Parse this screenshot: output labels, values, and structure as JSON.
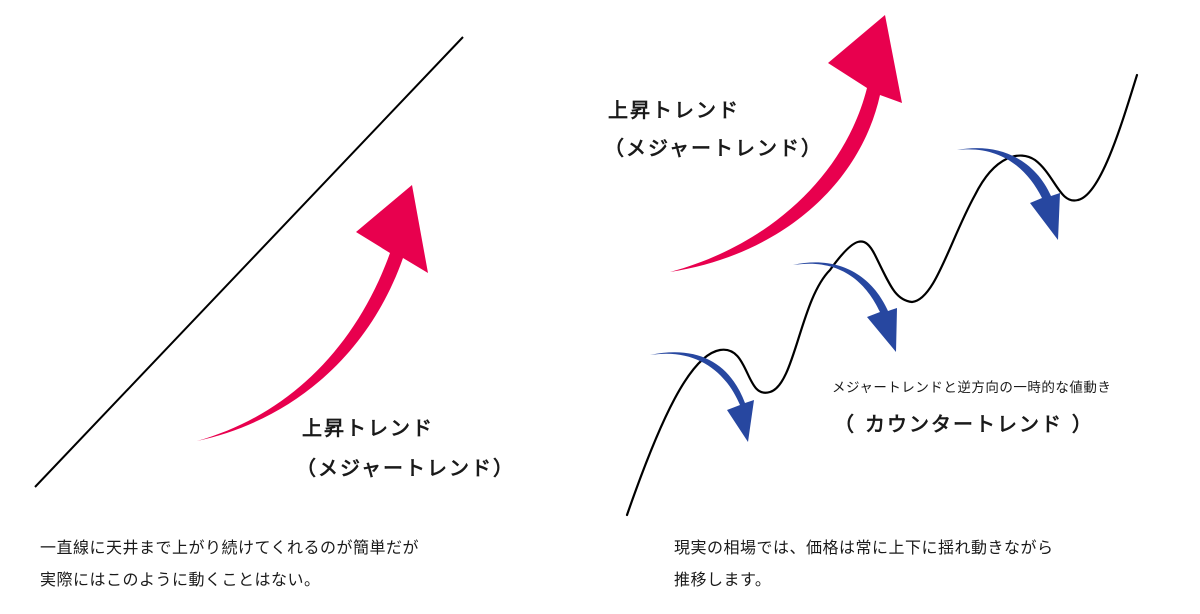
{
  "colors": {
    "major_trend_arrow": "#E8004E",
    "counter_trend_arrow": "#2747A0",
    "line": "#000000",
    "text": "#1a1a1a"
  },
  "left_panel": {
    "trend_label_line1": "上昇トレンド",
    "trend_label_line2": "（メジャートレンド）",
    "caption_line1": "一直線に天井まで上がり続けてくれるのが簡単だが",
    "caption_line2": "実際にはこのように動くことはない。"
  },
  "right_panel": {
    "trend_label_line1": "上昇トレンド",
    "trend_label_line2": "（メジャートレンド）",
    "counter_note": "メジャートレンドと逆方向の一時的な値動き",
    "counter_label": "（ カウンタートレンド ）",
    "caption_line1": "現実の相場では、価格は常に上下に揺れ動きながら",
    "caption_line2": "推移します。"
  }
}
